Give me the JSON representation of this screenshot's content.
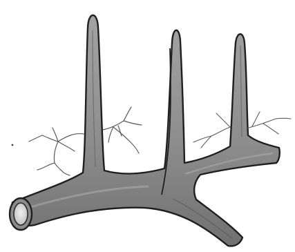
{
  "illustration": {
    "colors": {
      "background": "#ffffff",
      "fill": "#8f8f8f",
      "fill_dark": "#6f6f6f",
      "outline": "#1f1f1f",
      "lumen": "#d9d9d9"
    },
    "parts": [
      "main-branch",
      "tall-left-projection",
      "middle-projection",
      "right-projection",
      "lower-right-branch",
      "open-end",
      "left-root-hairs",
      "center-root-hairs",
      "right-root-hairs"
    ]
  }
}
